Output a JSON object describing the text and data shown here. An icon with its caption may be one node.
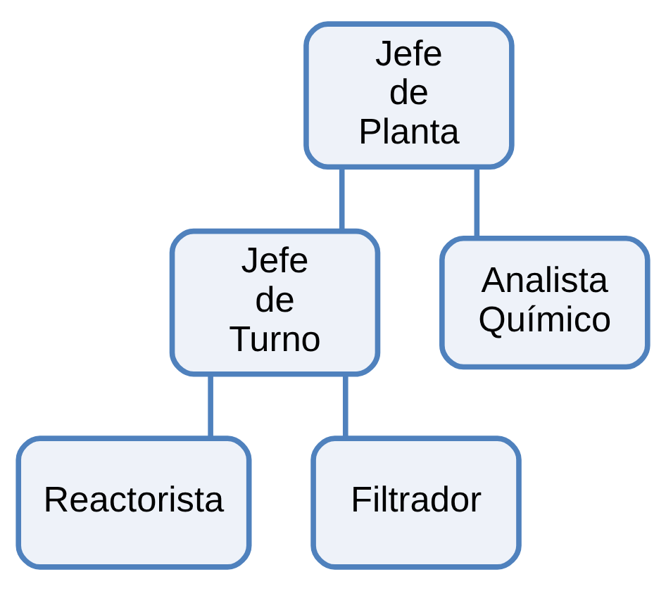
{
  "diagram": {
    "nodes": [
      {
        "text": [
          "Jefe de Planta"
        ]
      },
      {
        "text": [
          "Jefe de Turno"
        ]
      },
      {
        "text": [
          "Analista Químico"
        ]
      },
      {
        "text": [
          "Reactorista"
        ]
      },
      {
        "text": [
          "Filtrador"
        ]
      }
    ],
    "edges": [
      {
        "from": 0,
        "to": 1,
        "arrow": "none"
      },
      {
        "from": 0,
        "to": 2,
        "arrow": "none"
      },
      {
        "from": 1,
        "to": 3,
        "arrow": "none"
      },
      {
        "from": 1,
        "to": 4,
        "arrow": "none"
      }
    ]
  }
}
